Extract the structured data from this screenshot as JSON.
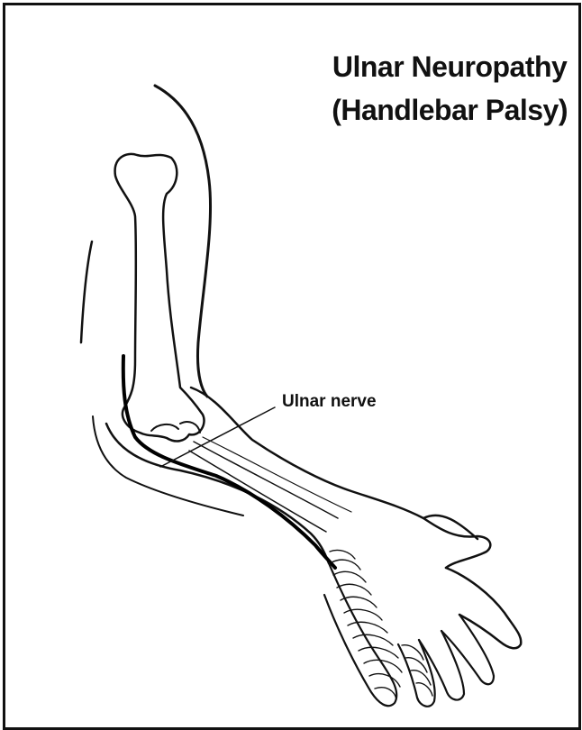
{
  "diagram": {
    "title_line1": "Ulnar Neuropathy",
    "title_line2": "(Handlebar Palsy)",
    "callout_label": "Ulnar nerve"
  },
  "colors": {
    "ink": "#111111",
    "background": "#ffffff",
    "nerve": "#000000"
  }
}
